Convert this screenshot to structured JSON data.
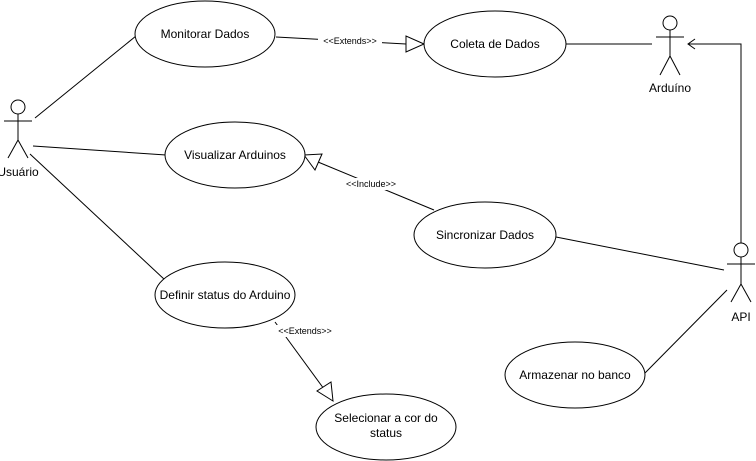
{
  "actors": {
    "usuario": "Usuário",
    "arduino": "Arduíno",
    "api": "API"
  },
  "use_cases": {
    "monitorar": "Monitorar Dados",
    "coleta": "Coleta de Dados",
    "visualizar": "Visualizar Arduinos",
    "sincronizar": "Sincronizar Dados",
    "definir": "Definir status do Arduino",
    "selecionar_line1": "Selecionar a cor do",
    "selecionar_line2": "status",
    "armazenar": "Armazenar no banco"
  },
  "relations": {
    "extends_1": "<<Extends>>",
    "include": "<<Include>>",
    "extends_2": "<<Extends>>"
  }
}
